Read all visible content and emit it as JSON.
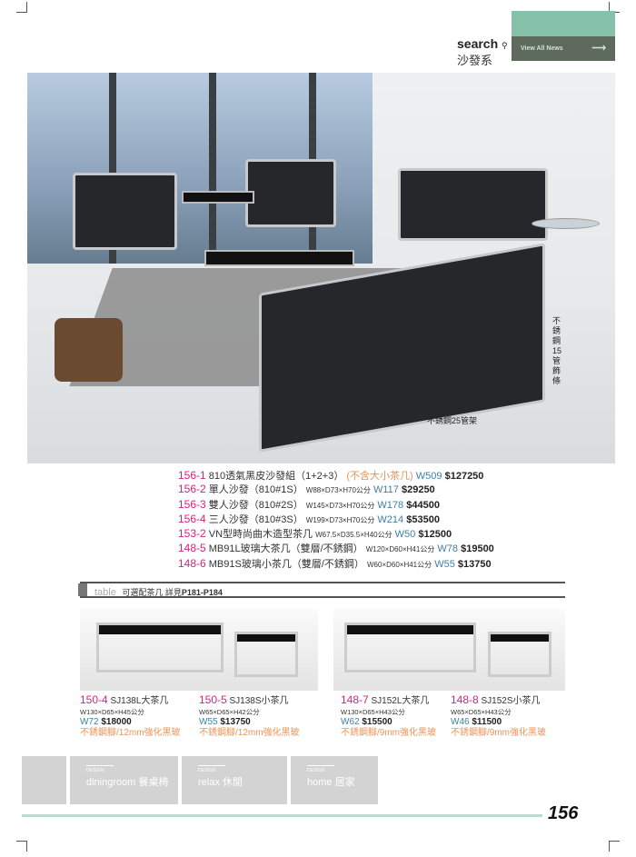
{
  "header": {
    "search_label": "search",
    "search_icon": "magnifier-icon",
    "category": "沙發系",
    "view_all": "View All News"
  },
  "photo": {
    "annotation_rail": "不銹鋼15管飾條",
    "annotation_frame": "不銹鋼25管架"
  },
  "products": [
    {
      "code": "156-1",
      "name": "810透氣黑皮沙發組（1+2+3）",
      "note": "(不含大小茶几)",
      "dims": "",
      "w": "W509",
      "price": "$127250"
    },
    {
      "code": "156-2",
      "name": "單人沙發（810#1S）",
      "note": "",
      "dims": "W88×D73×H70公分",
      "w": "W117",
      "price": "$29250"
    },
    {
      "code": "156-3",
      "name": "雙人沙發（810#2S）",
      "note": "",
      "dims": "W145×D73×H70公分",
      "w": "W178",
      "price": "$44500"
    },
    {
      "code": "156-4",
      "name": "三人沙發（810#3S）",
      "note": "",
      "dims": "W199×D73×H70公分",
      "w": "W214",
      "price": "$53500"
    },
    {
      "code": "153-2",
      "name": "VN型時尚曲木造型茶几",
      "note": "",
      "dims": "W67.5×D35.5×H40公分",
      "w": "W50",
      "price": "$12500"
    },
    {
      "code": "148-5",
      "name": "MB91L玻璃大茶几（雙層/不銹鋼）",
      "note": "",
      "dims": "W120×D60×H41公分",
      "w": "W78",
      "price": "$19500"
    },
    {
      "code": "148-6",
      "name": "MB91S玻璃小茶几（雙層/不銹鋼）",
      "note": "",
      "dims": "W60×D60×H41公分",
      "w": "W55",
      "price": "$13750"
    }
  ],
  "table_section": {
    "label": "table",
    "title": "可選配茶几 詳見",
    "pages": "P181-P184"
  },
  "tables": [
    {
      "code": "150-4",
      "name": "SJ138L大茶几",
      "dims": "W130×D65×H45公分",
      "w": "W72",
      "price": "$18000",
      "material": "不銹鋼腳/12mm強化黑玻"
    },
    {
      "code": "150-5",
      "name": "SJ138S小茶几",
      "dims": "W65×D65×H42公分",
      "w": "W55",
      "price": "$13750",
      "material": "不銹鋼腳/12mm強化黑玻"
    },
    {
      "code": "148-7",
      "name": "SJ152L大茶几",
      "dims": "W130×D65×H43公分",
      "w": "W62",
      "price": "$15500",
      "material": "不銹鋼腳/9mm強化黑玻"
    },
    {
      "code": "148-8",
      "name": "SJ152S小茶几",
      "dims": "W65×D65×H43公分",
      "w": "W46",
      "price": "$11500",
      "material": "不銹鋼腳/9mm強化黑玻"
    }
  ],
  "footer": {
    "tiles": [
      {
        "small": "DESIGN",
        "en": "diningroom",
        "zh": "餐桌椅"
      },
      {
        "small": "DESIGN",
        "en": "relax",
        "zh": "休閒"
      },
      {
        "small": "DESIGN",
        "en": "home",
        "zh": "居家"
      }
    ],
    "page_number": "156"
  }
}
